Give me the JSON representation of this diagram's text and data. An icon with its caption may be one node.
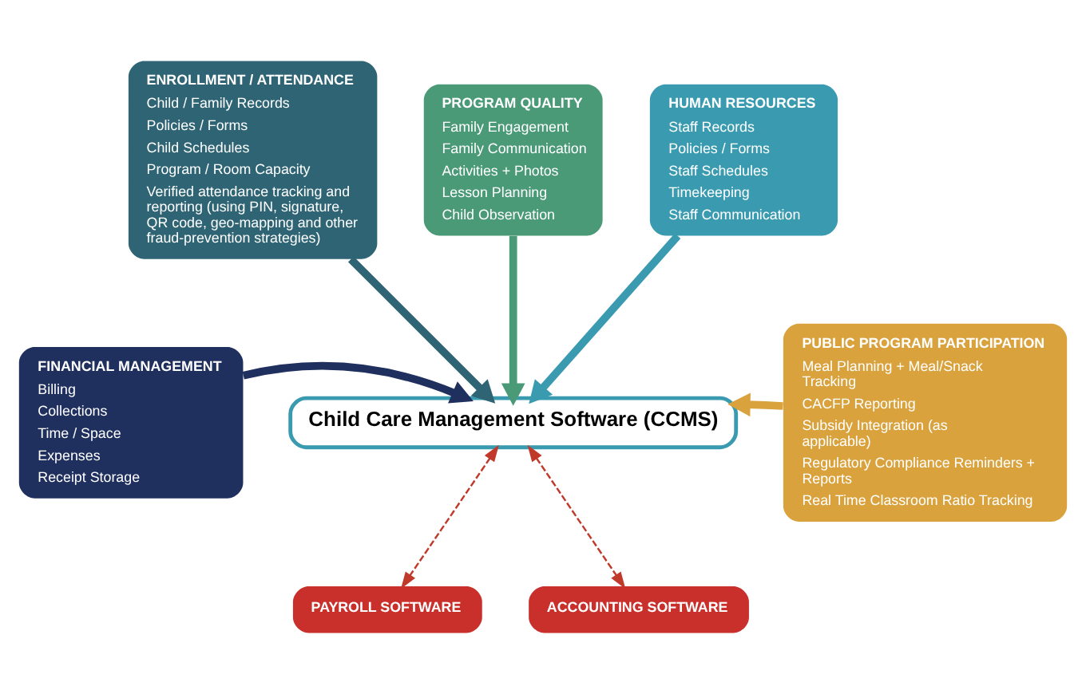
{
  "diagram": {
    "nodes": [
      {
        "text": [
          "ENROLLMENT / ATTENDANCE",
          "Child / Family Records",
          "Policies / Forms",
          "Child Schedules",
          "Program / Room Capacity",
          "Verified attendance tracking and reporting (using PIN, signature, QR code, geo-mapping and other fraud-prevention strategies)"
        ]
      },
      {
        "text": [
          "PROGRAM QUALITY",
          "Family Engagement",
          "Family Communication",
          "Activities + Photos",
          "Lesson Planning",
          "Child Observation"
        ]
      },
      {
        "text": [
          "HUMAN RESOURCES",
          "Staff Records",
          "Policies / Forms",
          "Staff Schedules",
          "Timekeeping",
          "Staff Communication"
        ]
      },
      {
        "text": [
          "FINANCIAL MANAGEMENT",
          "Billing",
          "Collections",
          "Time / Space",
          "Expenses",
          "Receipt Storage"
        ]
      },
      {
        "text": [
          "Child Care Management Software (CCMS)"
        ]
      },
      {
        "text": [
          "PUBLIC PROGRAM PARTICIPATION",
          "Meal Planning + Meal/Snack Tracking",
          "CACFP Reporting",
          "Subsidy Integration (as applicable)",
          "Regulatory Compliance Reminders + Reports",
          "Real Time Classroom Ratio Tracking"
        ]
      },
      {
        "text": [
          "PAYROLL SOFTWARE"
        ]
      },
      {
        "text": [
          "ACCOUNTING SOFTWARE"
        ]
      }
    ],
    "edges": [
      {
        "from": 0,
        "to": 4,
        "arrow": "to",
        "color": "#2e6474"
      },
      {
        "from": 1,
        "to": 4,
        "arrow": "to",
        "color": "#4a9a78"
      },
      {
        "from": 2,
        "to": 4,
        "arrow": "to",
        "color": "#3a9bb0"
      },
      {
        "from": 3,
        "to": 4,
        "arrow": "to",
        "color": "#1f2f5e"
      },
      {
        "from": 5,
        "to": 4,
        "arrow": "to",
        "color": "#d9a23c"
      },
      {
        "from": 4,
        "to": 6,
        "arrow": "both",
        "style": "dashed",
        "color": "#c0392b"
      },
      {
        "from": 4,
        "to": 7,
        "arrow": "both",
        "style": "dashed",
        "color": "#c0392b"
      }
    ]
  }
}
